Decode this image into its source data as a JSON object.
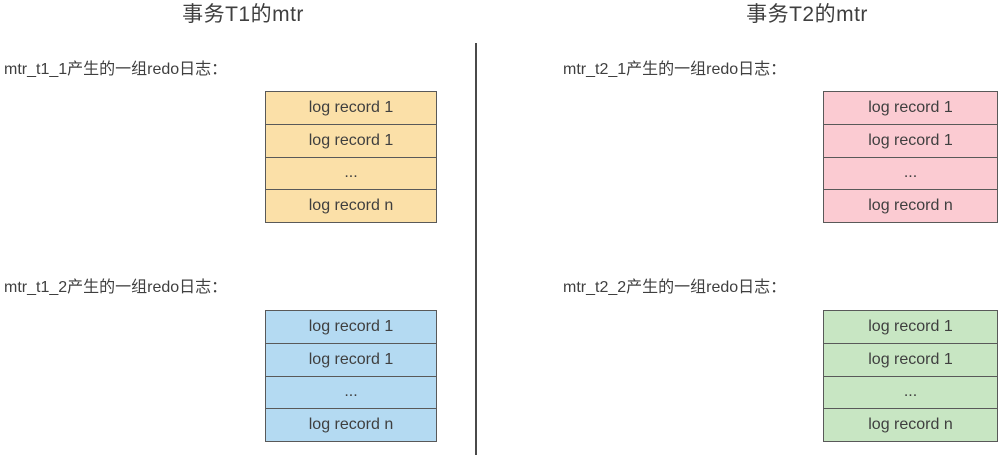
{
  "diagram": {
    "left_panel": {
      "title": "事务T1的mtr",
      "sections": [
        {
          "label": "mtr_t1_1产生的一组redo日志：",
          "fill_color": "#FBE0A8",
          "rows": [
            "log record 1",
            "log record 1",
            "...",
            "log record n"
          ]
        },
        {
          "label": "mtr_t1_2产生的一组redo日志：",
          "fill_color": "#B4DAF2",
          "rows": [
            "log record 1",
            "log record 1",
            "...",
            "log record n"
          ]
        }
      ]
    },
    "right_panel": {
      "title": "事务T2的mtr",
      "sections": [
        {
          "label": "mtr_t2_1产生的一组redo日志：",
          "fill_color": "#FBCBD2",
          "rows": [
            "log record 1",
            "log record 1",
            "...",
            "log record n"
          ]
        },
        {
          "label": "mtr_t2_2产生的一组redo日志：",
          "fill_color": "#C8E6C3",
          "rows": [
            "log record 1",
            "log record 1",
            "...",
            "log record n"
          ]
        }
      ]
    },
    "divider_color": "#4a4a4a",
    "border_color": "#595959",
    "text_color": "#3f3f3f",
    "background_color": "#ffffff"
  }
}
